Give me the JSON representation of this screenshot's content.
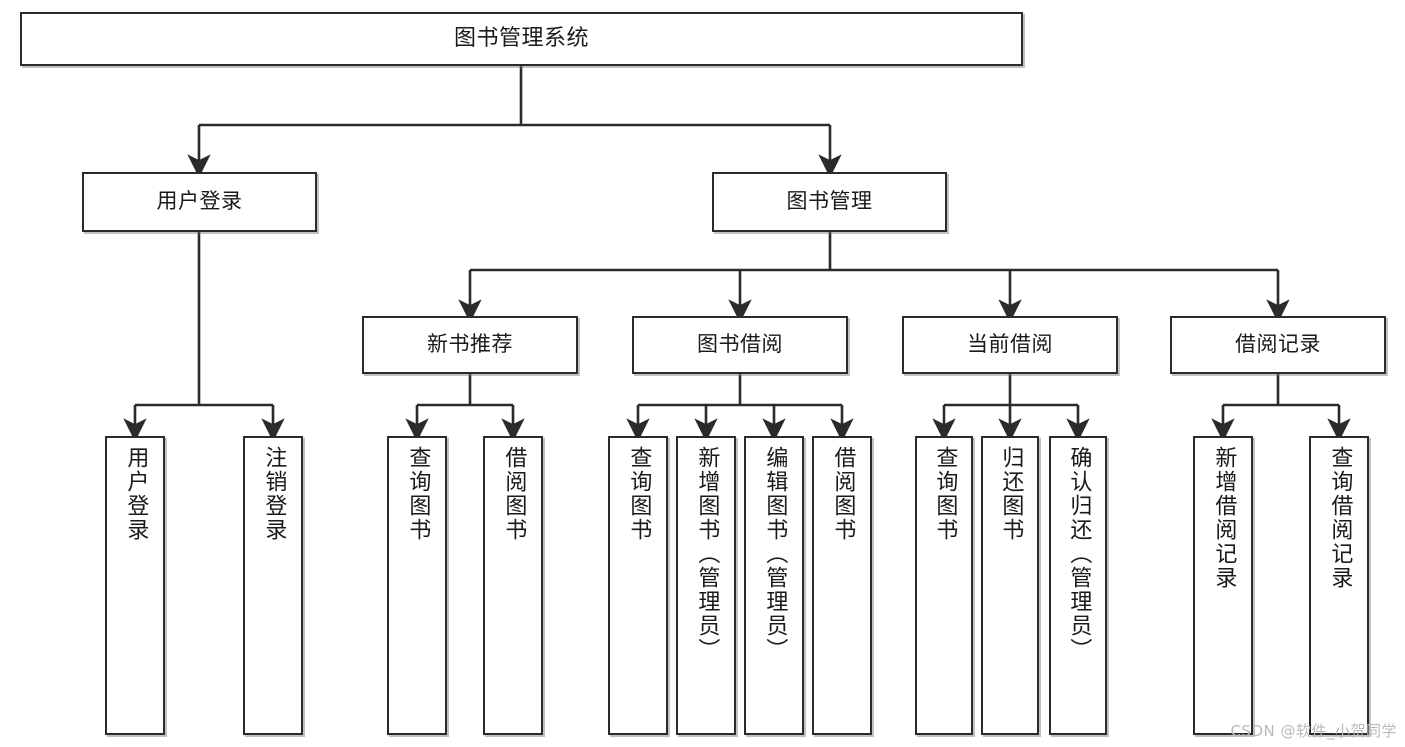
{
  "diagram": {
    "title": "图书管理系统",
    "type": "tree",
    "watermark": "CSDN @软件_小贺同学",
    "colors": {
      "stroke": "#2b2b2b",
      "fill": "#ffffff",
      "text": "#1a1a1a",
      "watermark": "#b9b9b9"
    },
    "levels": {
      "root": {
        "label": "图书管理系统"
      },
      "level2": [
        {
          "label": "用户登录"
        },
        {
          "label": "图书管理"
        }
      ],
      "level3": [
        {
          "label": "新书推荐"
        },
        {
          "label": "图书借阅"
        },
        {
          "label": "当前借阅"
        },
        {
          "label": "借阅记录"
        }
      ],
      "leaves": {
        "user_login": [
          {
            "label": "用户登录"
          },
          {
            "label": "注销登录"
          }
        ],
        "new_book_recommend": [
          {
            "label": "查询图书"
          },
          {
            "label": "借阅图书"
          }
        ],
        "book_borrow": [
          {
            "label": "查询图书"
          },
          {
            "label": "新增图书（管理员）"
          },
          {
            "label": "编辑图书（管理员）"
          },
          {
            "label": "借阅图书"
          }
        ],
        "current_borrow": [
          {
            "label": "查询图书"
          },
          {
            "label": "归还图书"
          },
          {
            "label": "确认归还（管理员）"
          }
        ],
        "borrow_record": [
          {
            "label": "新增借阅记录"
          },
          {
            "label": "查询借阅记录"
          }
        ]
      }
    }
  }
}
